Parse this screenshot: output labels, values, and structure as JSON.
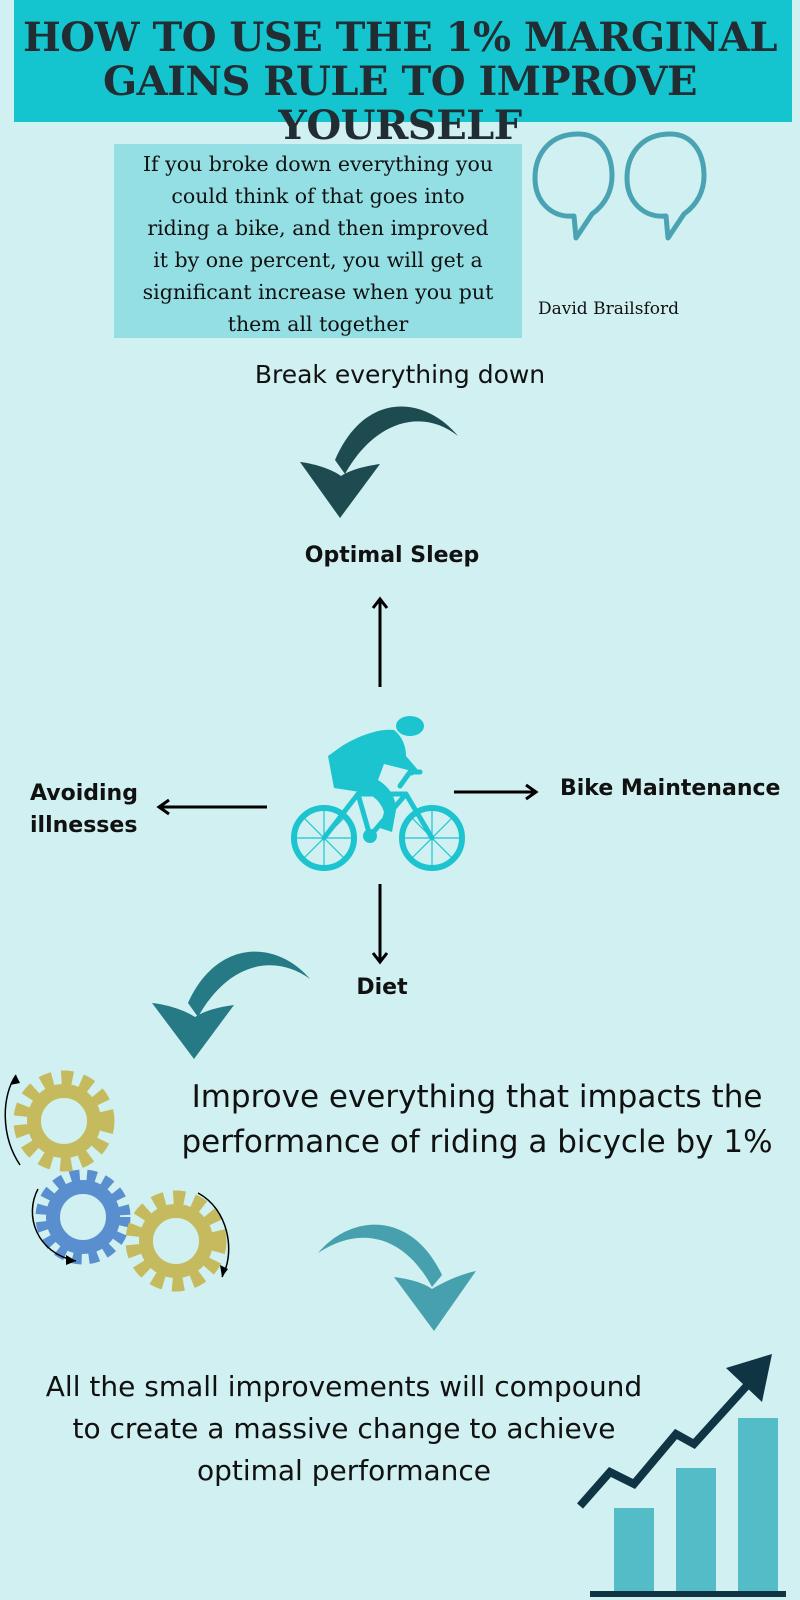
{
  "title": {
    "line1": "HOW TO USE THE 1% MARGINAL",
    "line2": "GAINS RULE TO IMPROVE YOURSELF"
  },
  "quote": {
    "lines": [
      "If you broke down everything you",
      "could think of that goes into",
      "riding a bike, and then improved",
      "it by one percent, you will get a",
      "significant increase when you put",
      "them all together"
    ],
    "author": "David Brailsford"
  },
  "steps": {
    "step1": "Break everything down",
    "step2_line1": "Improve everything that impacts the",
    "step2_line2": "performance of riding a bicycle by 1%",
    "step3_line1": "All the small improvements will compound",
    "step3_line2": "to create a massive change to achieve",
    "step3_line3": "optimal performance"
  },
  "factors": {
    "top": "Optimal Sleep",
    "right": "Bike Maintenance",
    "left_line1": "Avoiding",
    "left_line2": "illnesses",
    "bottom": "Diet"
  },
  "icons": {
    "quote_marks": "quote-mark-icon",
    "cyclist": "cyclist-icon",
    "gears": "gears-icon",
    "growth": "growth-chart-icon"
  },
  "colors": {
    "background": "#d0f0f1",
    "header": "#14c5cf",
    "quote_box": "#94dfe4",
    "quote_marks": "#4aa3b3",
    "cyclist": "#1cc4d0",
    "arrow_dark": "#1e4b50",
    "arrow_mid": "#267a86",
    "arrow_light": "#47a0ad",
    "gear_olive": "#c5bb5e",
    "gear_blue": "#5a8fcf",
    "bars": "#53bcc6",
    "trend": "#0f3443"
  }
}
